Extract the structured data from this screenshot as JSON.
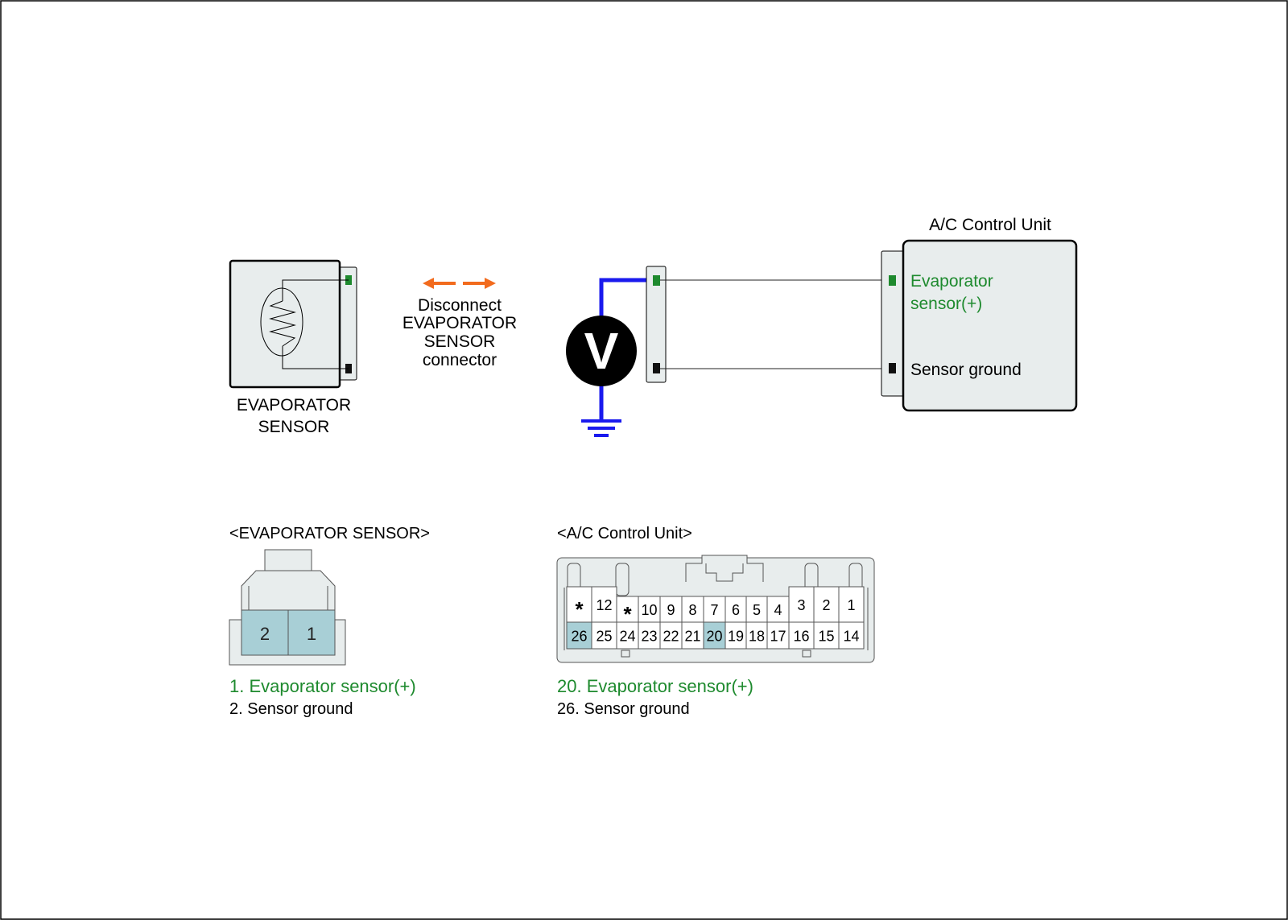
{
  "colors": {
    "frame": "#000000",
    "box_fill": "#e8eded",
    "wire_meter": "#1a1aee",
    "arrow": "#f26b1d",
    "pin_signal": "#1e8a2e",
    "pin_ground": "#111111",
    "pin_highlight": "#a8cfd6",
    "label_green": "#1e8a2e"
  },
  "sensor": {
    "name_line1": "EVAPORATOR",
    "name_line2": "SENSOR",
    "icon": "thermistor-icon"
  },
  "disconnect_note": {
    "line1": "Disconnect",
    "line2": "EVAPORATOR",
    "line3": "SENSOR",
    "line4": "connector",
    "icon": "disconnect-arrows-icon"
  },
  "meter": {
    "symbol": "V",
    "ground_icon": "ground-icon"
  },
  "control_unit": {
    "title": "A/C Control Unit",
    "pin_signal_line1": "Evaporator",
    "pin_signal_line2": "sensor(+)",
    "pin_ground": "Sensor ground"
  },
  "sensor_connector": {
    "heading": "<EVAPORATOR SENSOR>",
    "pins": [
      "2",
      "1"
    ],
    "legend_1": "1. Evaporator sensor(+)",
    "legend_2": "2. Sensor ground"
  },
  "unit_connector": {
    "heading": "<A/C Control Unit>",
    "top_row": [
      "*",
      "12",
      "*",
      "10",
      "9",
      "8",
      "7",
      "6",
      "5",
      "4",
      "3",
      "2",
      "1"
    ],
    "bottom_row": [
      "26",
      "25",
      "24",
      "23",
      "22",
      "21",
      "20",
      "19",
      "18",
      "17",
      "16",
      "15",
      "14"
    ],
    "highlighted": [
      "26",
      "20"
    ],
    "legend_20": "20. Evaporator sensor(+)",
    "legend_26": "26. Sensor ground"
  }
}
